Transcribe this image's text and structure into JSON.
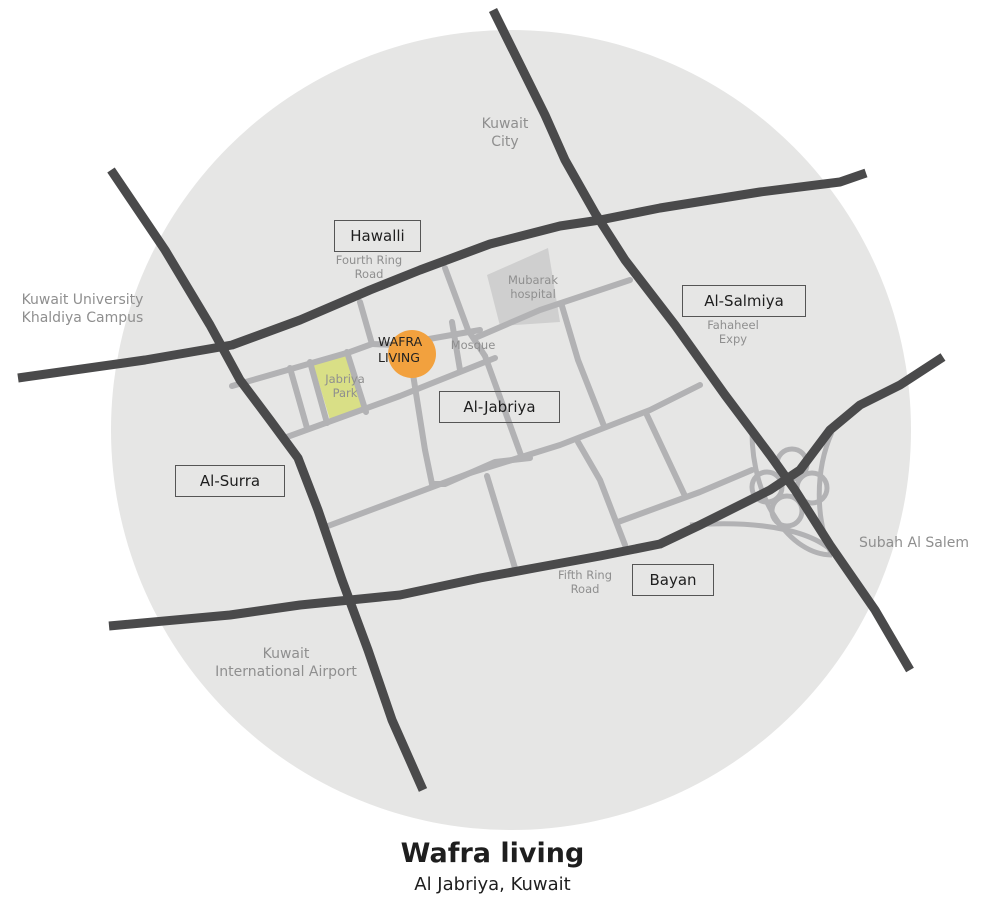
{
  "title": "Wafra living",
  "subtitle": "Al Jabriya, Kuwait",
  "marker": {
    "line1": "WAFRA",
    "line2": "LIVING"
  },
  "districts": {
    "hawalli": "Hawalli",
    "salmiya": "Al-Salmiya",
    "jabriya": "Al-Jabriya",
    "surra": "Al-Surra",
    "bayan": "Bayan"
  },
  "places": {
    "kuwait_city": [
      "Kuwait",
      "City"
    ],
    "university": [
      "Kuwait University",
      "Khaldiya Campus"
    ],
    "airport": [
      "Kuwait",
      "International Airport"
    ],
    "subah": "Subah Al Salem",
    "mubarak": [
      "Mubarak",
      "hospital"
    ],
    "park": [
      "Jabriya",
      "Park"
    ],
    "mosque": "Mosque"
  },
  "roads": {
    "fourth_ring": [
      "Fourth Ring",
      "Road"
    ],
    "fifth_ring": [
      "Fifth Ring",
      "Road"
    ],
    "fahaheel": [
      "Fahaheel",
      "Expy"
    ]
  },
  "colors": {
    "background_circle": "#e6e6e5",
    "major_road": "#4a4a4b",
    "minor_road": "#b2b2b4",
    "marker": "#f2a13e",
    "park": "#d9df86",
    "hospital": "#cfcfcf",
    "label": "#8f8f8f",
    "text": "#1e1e1e"
  }
}
